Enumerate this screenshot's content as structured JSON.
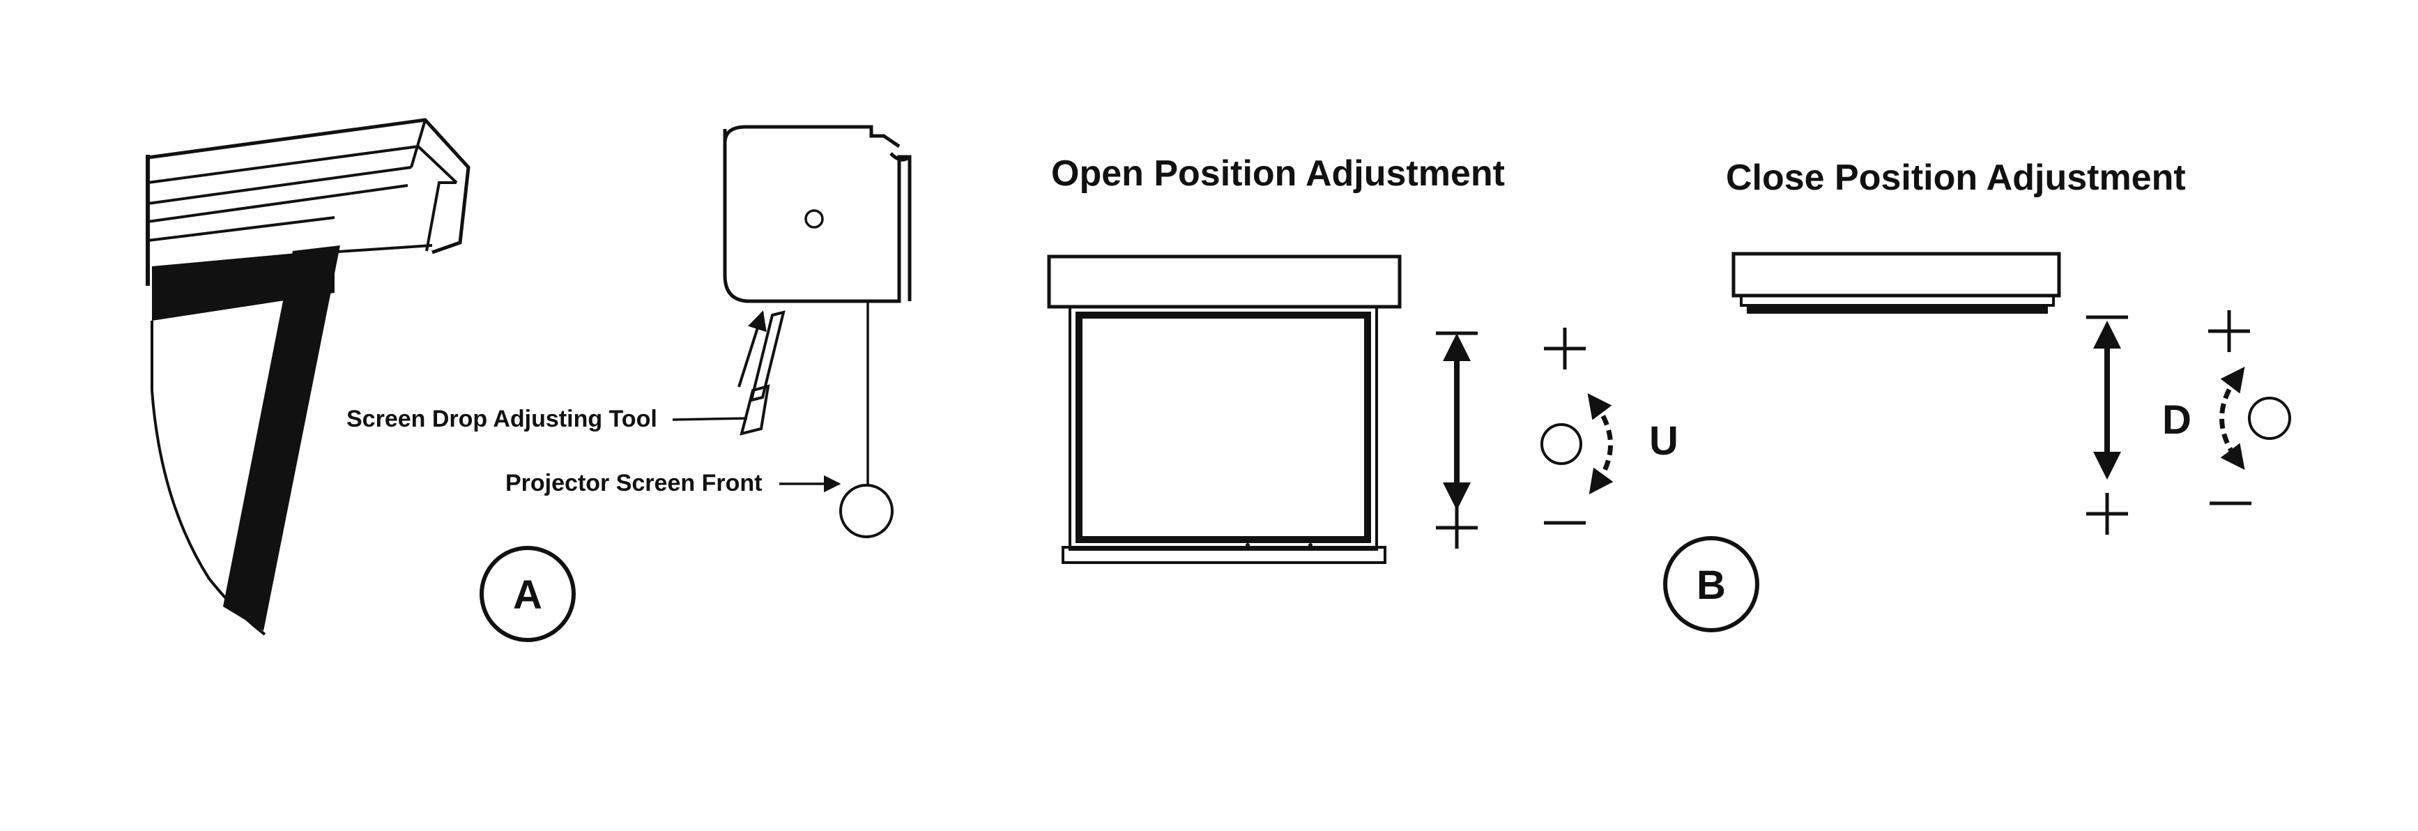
{
  "callouts": {
    "tool": "Screen Drop Adjusting Tool",
    "front": "Projector Screen Front"
  },
  "badges": {
    "a": "A",
    "b": "B"
  },
  "open_panel": {
    "title": "Open Position Adjustment",
    "rotate_letter": "U",
    "sign_top_left": "−",
    "sign_bottom_left": "+",
    "sign_top_right": "+",
    "sign_bottom_right": "−"
  },
  "close_panel": {
    "title": "Close Position Adjustment",
    "rotate_letter": "D",
    "sign_top_left": "−",
    "sign_bottom_left": "+",
    "sign_top_right": "+",
    "sign_bottom_right": "−"
  },
  "colors": {
    "ink": "#111111",
    "background": "#ffffff"
  }
}
